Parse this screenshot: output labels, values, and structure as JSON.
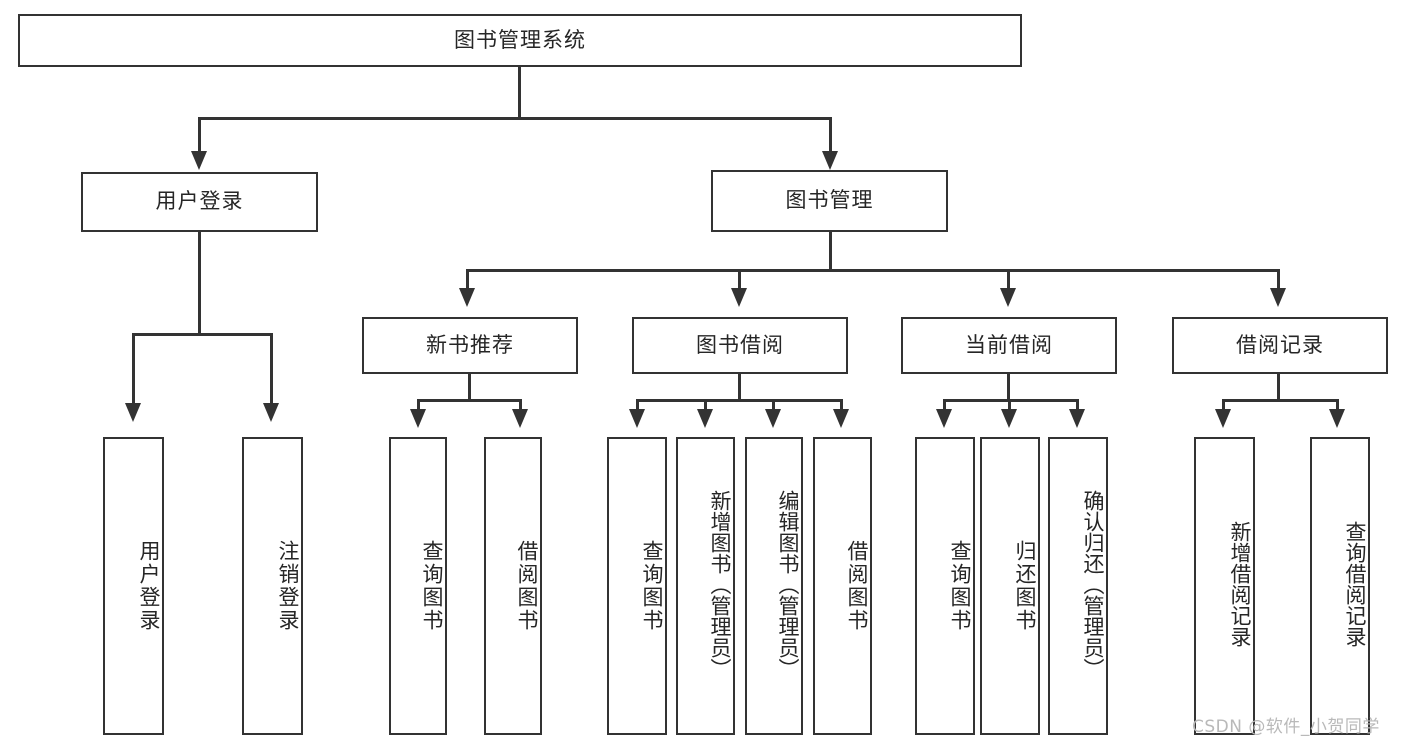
{
  "diagram": {
    "type": "tree-hierarchy-functional-decomposition",
    "root": {
      "label": "图书管理系统"
    },
    "level2": [
      {
        "label": "用户登录"
      },
      {
        "label": "图书管理"
      }
    ],
    "level3": [
      {
        "label": "新书推荐"
      },
      {
        "label": "图书借阅"
      },
      {
        "label": "当前借阅"
      },
      {
        "label": "借阅记录"
      }
    ],
    "leaves": {
      "user_login": [
        {
          "label": "用户登录"
        },
        {
          "label": "注销登录"
        }
      ],
      "new_book_recommend": [
        {
          "label": "查询图书"
        },
        {
          "label": "借阅图书"
        }
      ],
      "book_borrow": [
        {
          "label": "查询图书"
        },
        {
          "label": "新增图书（管理员）"
        },
        {
          "label": "编辑图书（管理员）"
        },
        {
          "label": "借阅图书"
        }
      ],
      "current_borrow": [
        {
          "label": "查询图书"
        },
        {
          "label": "归还图书"
        },
        {
          "label": "确认归还（管理员）"
        }
      ],
      "borrow_record": [
        {
          "label": "新增借阅记录"
        },
        {
          "label": "查询借阅记录"
        }
      ]
    }
  },
  "watermark": {
    "text": "CSDN @软件_小贺同学"
  },
  "colors": {
    "stroke": "#333333",
    "fill": "#ffffff",
    "text": "#262626",
    "watermark": "#b9b9b9"
  }
}
